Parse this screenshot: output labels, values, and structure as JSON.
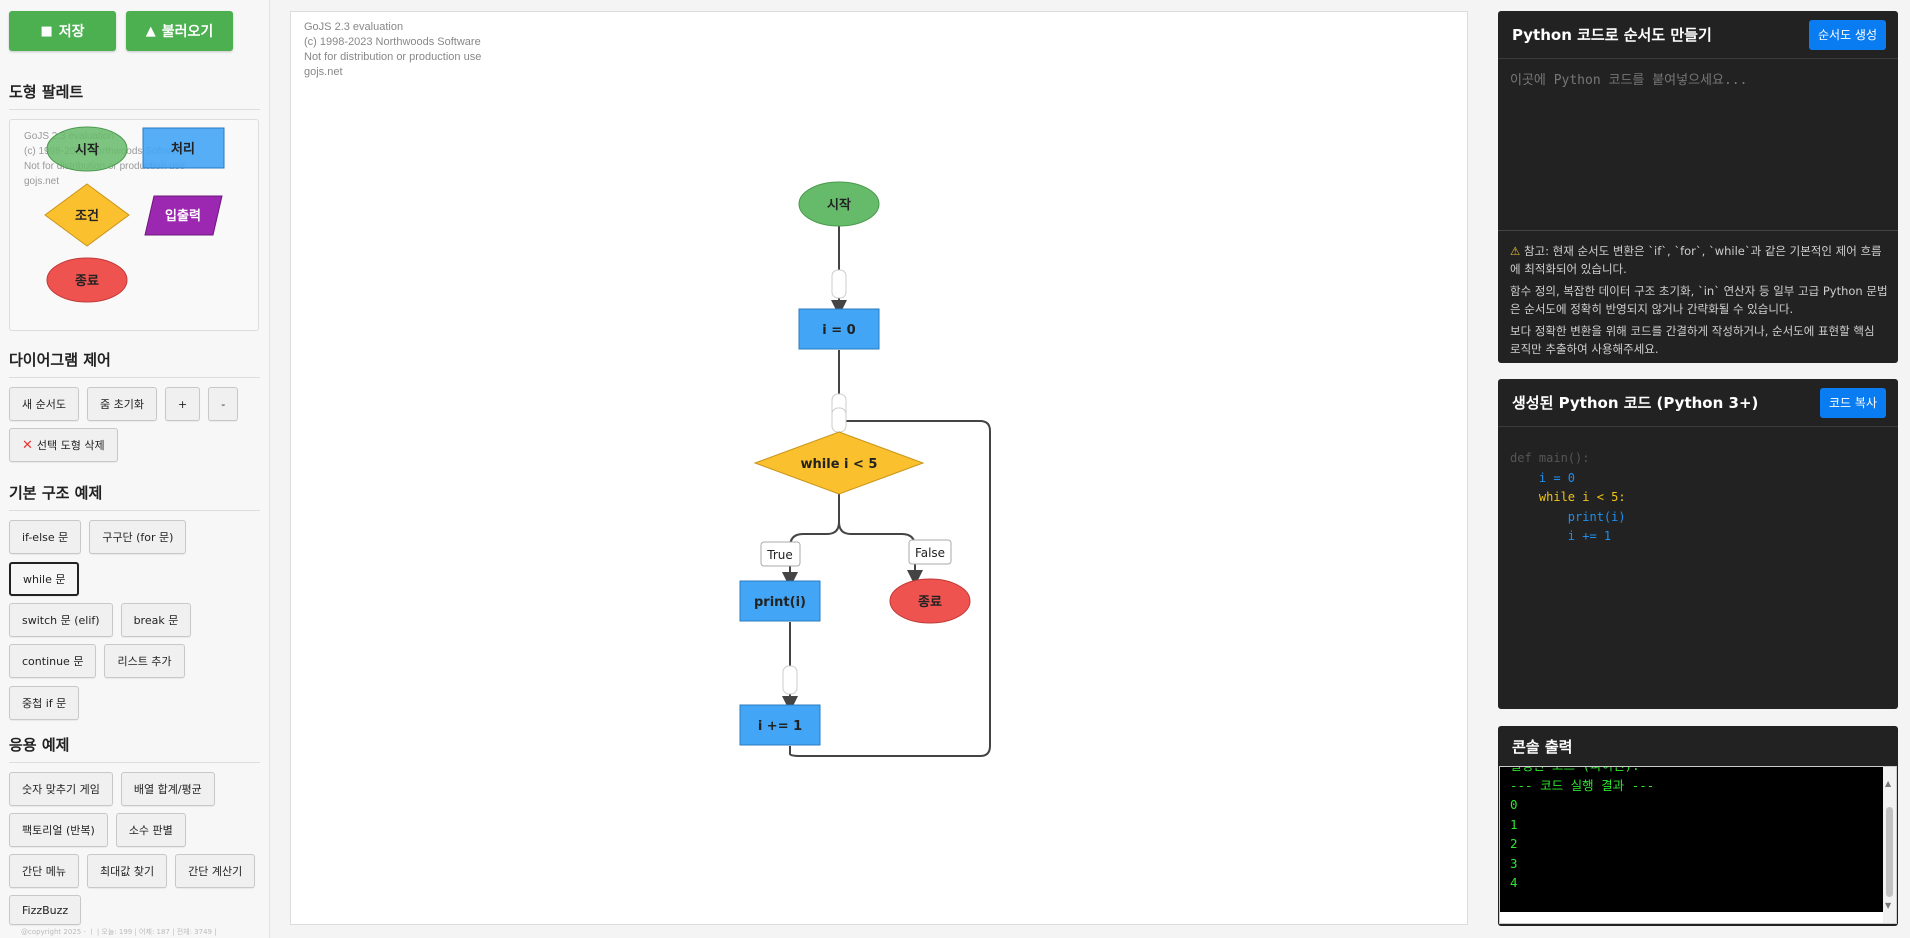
{
  "toolbar": {
    "save_label": "저장",
    "load_label": "불러오기"
  },
  "palette": {
    "title": "도형 팔레트",
    "eval_text": [
      "GoJS 2.3 evaluation",
      "(c) 1998-2023 Northwoods Software",
      "Not for distribution or production use",
      "gojs.net"
    ],
    "shapes": [
      "시작",
      "처리",
      "조건",
      "입출력",
      "종료"
    ]
  },
  "diagram_control": {
    "title": "다이어그램 제어",
    "buttons": [
      "새 순서도",
      "줌 초기화",
      "+",
      "-"
    ],
    "delete_label": "선택 도형 삭제"
  },
  "basic_examples": {
    "title": "기본 구조 예제",
    "buttons": [
      "if-else 문",
      "구구단 (for 문)",
      "while 문",
      "switch 문 (elif)",
      "break 문",
      "continue 문",
      "리스트 추가",
      "중첩 if 문"
    ]
  },
  "app_examples": {
    "title": "응용 예제",
    "buttons": [
      "숫자 맞추기 게임",
      "배열 합계/평균",
      "팩토리얼 (반복)",
      "소수 판별",
      "간단 메뉴",
      "최대값 찾기",
      "간단 계산기",
      "FizzBuzz"
    ]
  },
  "footer": "@copyright 2025 - ㅣ | 오늘: 199 | 어제: 187 | 전체: 3749 |",
  "canvas": {
    "eval_text": [
      "GoJS 2.3 evaluation",
      "(c) 1998-2023 Northwoods Software",
      "Not for distribution or production use",
      "gojs.net"
    ],
    "nodes": {
      "start": "시작",
      "init": "i = 0",
      "cond": "while i < 5",
      "true_label": "True",
      "false_label": "False",
      "print": "print(i)",
      "end": "종료",
      "incr": "i += 1"
    }
  },
  "code_panel": {
    "title": "Python 코드로 순서도 만들기",
    "generate_label": "순서도 생성",
    "placeholder": "이곳에 Python 코드를 붙여넣으세요...",
    "notes": [
      "참고: 현재 순서도 변환은 `if`, `for`, `while`과 같은 기본적인 제어 흐름에 최적화되어 있습니다.",
      "함수 정의, 복잡한 데이터 구조 초기화, `in` 연산자 등 일부 고급 Python 문법은 순서도에 정확히 반영되지 않거나 간략화될 수 있습니다.",
      "보다 정확한 변환을 위해 코드를 간결하게 작성하거나, 순서도에 표현할 핵심 로직만 추출하여 사용해주세요."
    ]
  },
  "generated_panel": {
    "title": "생성된 Python 코드 (Python 3+)",
    "copy_label": "코드 복사",
    "lines": [
      "def main():",
      "    i = 0",
      "    while i < 5:",
      "        print(i)",
      "        i += 1"
    ]
  },
  "console_panel": {
    "title": "콘솔 출력",
    "ghost": "실행된 코드 (파이썬):",
    "lines": [
      "--- 코드 실행 결과 ---",
      "0",
      "1",
      "2",
      "3",
      "4"
    ]
  },
  "colors": {
    "start": "#66bb6a",
    "process": "#42a5f5",
    "decision": "#fbc02d",
    "io": "#9c27b0",
    "end": "#ef5350",
    "save_button": "#4caf50",
    "accent_blue": "#0a7cf2",
    "console_text": "#2ee62e"
  }
}
